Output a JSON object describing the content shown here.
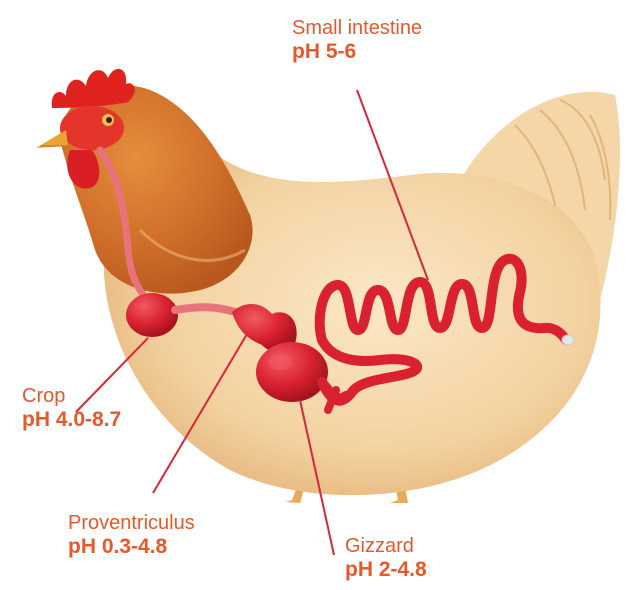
{
  "diagram": {
    "subject": "chicken digestive tract",
    "colors": {
      "label_text": "#e8582a",
      "leader_line": "#d8263a",
      "organ_fill": "#d9212f",
      "organ_highlight": "#f05a63",
      "esophagus": "#e8737a",
      "feather_light": "#f6dcb4",
      "feather_orange": "#d2772f",
      "comb": "#e0231f",
      "beak": "#e9a431"
    },
    "labels": {
      "small_intestine": {
        "name": "Small intestine",
        "ph": "pH 5-6"
      },
      "crop": {
        "name": "Crop",
        "ph": "pH 4.0-8.7"
      },
      "proventriculus": {
        "name": "Proventriculus",
        "ph": "pH 0.3-4.8"
      },
      "gizzard": {
        "name": "Gizzard",
        "ph": "pH 2-4.8"
      }
    }
  }
}
